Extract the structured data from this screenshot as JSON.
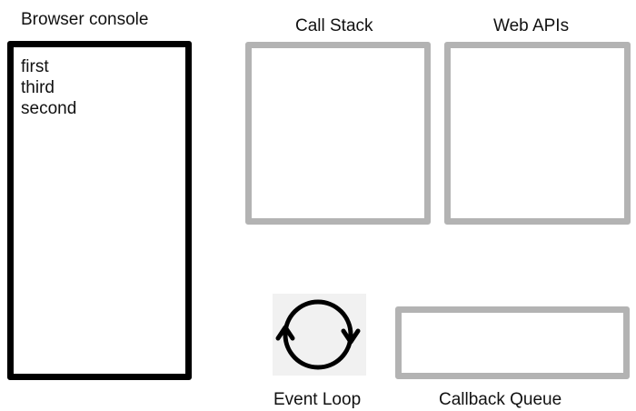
{
  "console": {
    "title": "Browser console",
    "lines": [
      "first",
      "third",
      "second"
    ]
  },
  "call_stack": {
    "title": "Call Stack"
  },
  "web_apis": {
    "title": "Web APIs"
  },
  "event_loop": {
    "title": "Event Loop",
    "icon": "refresh-cycle-icon"
  },
  "callback_queue": {
    "title": "Callback Queue"
  },
  "colors": {
    "console_border": "#000000",
    "panel_border": "#b3b3b3",
    "icon_background": "#f1f1f1",
    "icon_stroke": "#000000"
  }
}
